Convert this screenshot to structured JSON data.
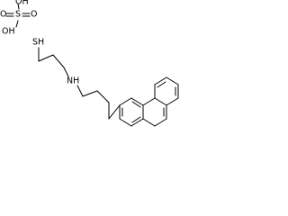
{
  "molecule": {
    "sulfuric_acid": {
      "oh_top": "OH",
      "sulfur": "S",
      "o_right": "O",
      "o_left": "O",
      "ho_bottom": "OH"
    },
    "thiol_sh": "SH",
    "amine_nh": "NH"
  }
}
